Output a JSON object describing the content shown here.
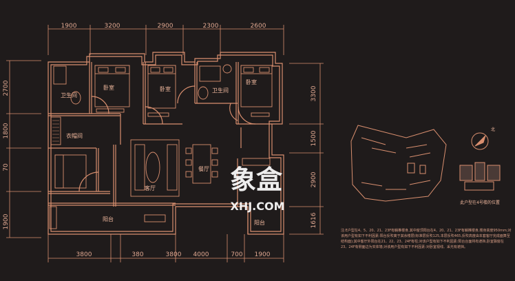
{
  "dimensions": {
    "top": [
      "1900",
      "3200",
      "2900",
      "2300",
      "2600"
    ],
    "bottom": [
      "3800",
      "380",
      "3800",
      "4000",
      "700",
      "1900"
    ],
    "left": [
      "2700",
      "1800",
      "70",
      "1900"
    ],
    "right": [
      "3300",
      "1500",
      "2900",
      "1616"
    ]
  },
  "rooms": {
    "bedroom_1": "卧室",
    "bathroom_1": "卫生间",
    "bedroom_2": "卧室",
    "bathroom_2": "卫生间",
    "bedroom_3": "卧室",
    "cloakroom": "衣帽间",
    "living_room": "客厅",
    "dining_room": "餐厅",
    "balcony_main": "阳台",
    "balcony_small": "阳台"
  },
  "watermark": {
    "chinese": "象盒",
    "latin": "XHJ.COM"
  },
  "site_plan": {
    "north_label": "北",
    "caption": "此户型在4号楼的位置"
  },
  "notes": "注:E户型在4、5、20、21、23F有躺推楼身,其中窗顶阳台在4、20、21、23F有躺推楼身,楼身高度950mm;对该用户型有如下不利因素:阳台反吹离于其余楼层(标准层反吹125,本层反吹465,反吹高度由本套客厅完成面算至结构面);其中客厅外阳台在21、22、23、24F有柱;对该户型有如下不利因素:阳台台面将有遮挡,卧室飘窗在23、24F有侧面边为实体墙;对该用户型有如下不利因素:对卧室视线、采光有遮挡。",
  "colors": {
    "background": "#1f1b1b",
    "line": "#d98f6f",
    "text": "#e0a891"
  }
}
